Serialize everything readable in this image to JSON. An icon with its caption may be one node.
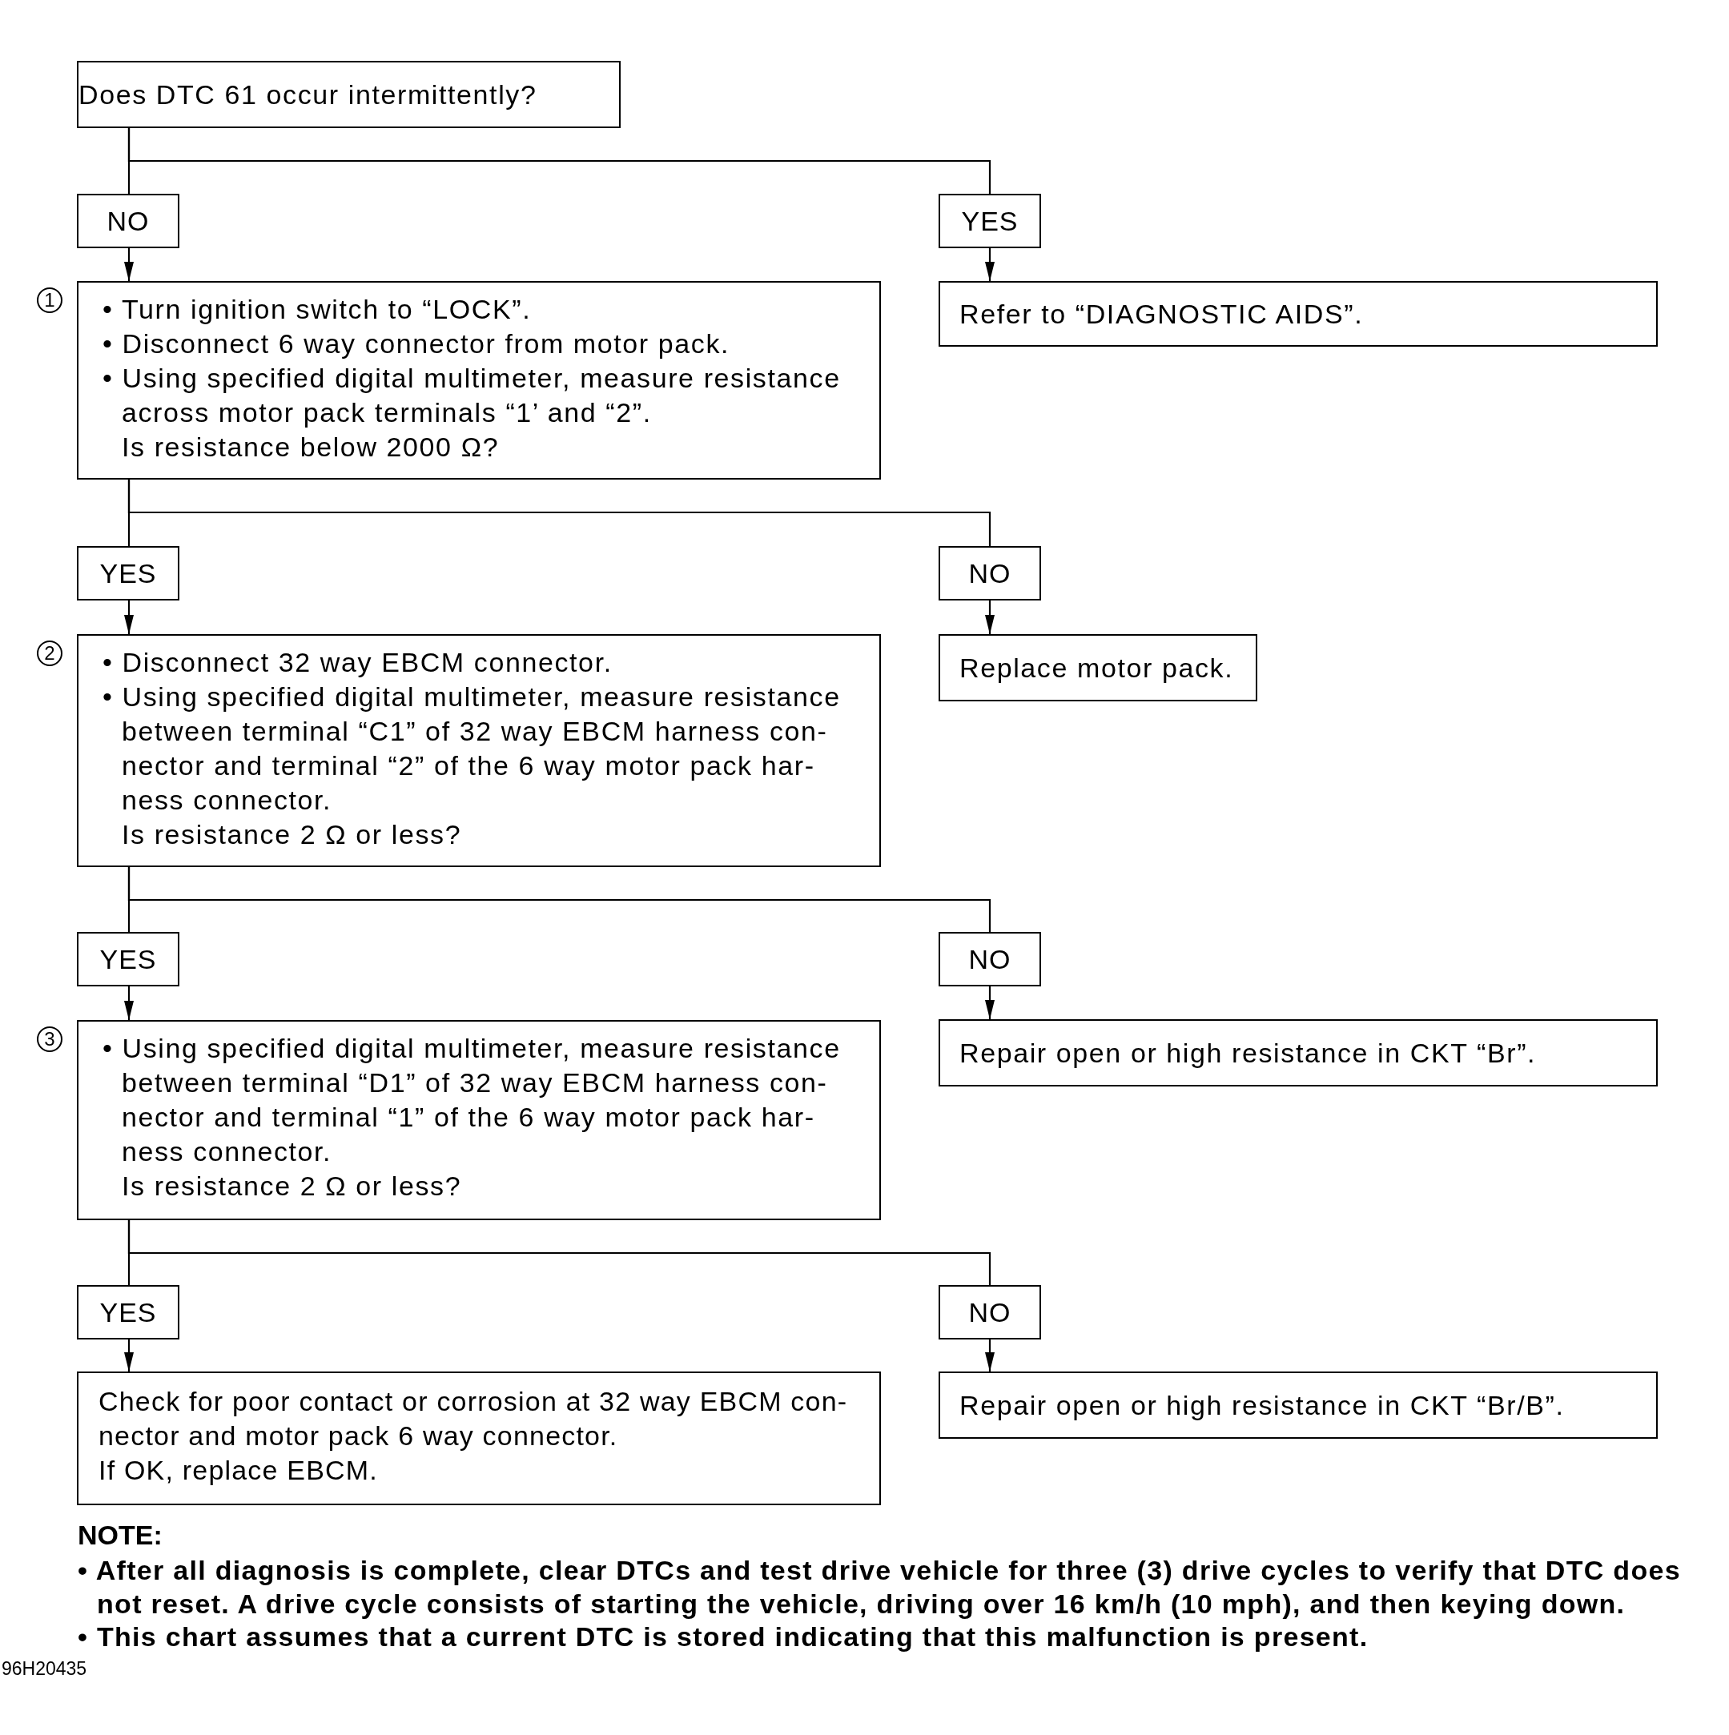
{
  "diagram": {
    "nodes": [
      {
        "text": [
          "Does DTC 61 occur intermittently?"
        ]
      },
      {
        "text": [
          "NO"
        ]
      },
      {
        "text": [
          "YES"
        ]
      },
      {
        "text": [
          "• Turn ignition switch to “LOCK”.",
          "• Disconnect 6 way connector from motor pack.",
          "• Using specified digital multimeter, measure resistance across motor pack terminals “1’ and “2”.",
          "Is resistance below 2000 Ω?"
        ],
        "beside": [
          "1"
        ]
      },
      {
        "text": [
          "Refer to “DIAGNOSTIC AIDS”."
        ]
      },
      {
        "text": [
          "YES"
        ]
      },
      {
        "text": [
          "NO"
        ]
      },
      {
        "text": [
          "• Disconnect 32 way EBCM connector.",
          "• Using specified digital multimeter, measure resistance between terminal “C1” of 32 way EBCM harness con- nector and terminal “2” of the 6 way motor pack har- ness connector.",
          "Is resistance 2 Ω or less?"
        ],
        "beside": [
          "2"
        ]
      },
      {
        "text": [
          "Replace motor pack."
        ]
      },
      {
        "text": [
          "YES"
        ]
      },
      {
        "text": [
          "NO"
        ]
      },
      {
        "text": [
          "• Using specified digital multimeter, measure resistance between terminal “D1” of 32 way EBCM harness con- nector and terminal “1” of the 6 way motor pack har- ness connector.",
          "Is resistance 2 Ω or less?"
        ],
        "beside": [
          "3"
        ]
      },
      {
        "text": [
          "Repair open or high resistance in CKT “Br”."
        ]
      },
      {
        "text": [
          "YES"
        ]
      },
      {
        "text": [
          "NO"
        ]
      },
      {
        "text": [
          "Check for poor contact or corrosion at 32 way EBCM con- nector and motor pack 6 way connector.",
          "If OK, replace EBCM."
        ]
      },
      {
        "text": [
          "Repair open or high resistance in CKT “Br/B”."
        ]
      }
    ],
    "edges": [
      {
        "from": 0,
        "to": 1,
        "arrow": "none"
      },
      {
        "from": 0,
        "to": 2,
        "arrow": "none"
      },
      {
        "from": 1,
        "to": 3,
        "arrow": "to"
      },
      {
        "from": 2,
        "to": 4,
        "arrow": "to"
      },
      {
        "from": 3,
        "to": 5,
        "arrow": "none"
      },
      {
        "from": 3,
        "to": 6,
        "arrow": "none"
      },
      {
        "from": 5,
        "to": 7,
        "arrow": "to"
      },
      {
        "from": 6,
        "to": 8,
        "arrow": "to"
      },
      {
        "from": 7,
        "to": 9,
        "arrow": "none"
      },
      {
        "from": 7,
        "to": 10,
        "arrow": "none"
      },
      {
        "from": 9,
        "to": 11,
        "arrow": "to"
      },
      {
        "from": 10,
        "to": 12,
        "arrow": "to"
      },
      {
        "from": 11,
        "to": 13,
        "arrow": "none"
      },
      {
        "from": 11,
        "to": 14,
        "arrow": "none"
      },
      {
        "from": 13,
        "to": 15,
        "arrow": "to"
      },
      {
        "from": 14,
        "to": 16,
        "arrow": "to"
      }
    ],
    "labels": [
      "NOTE:",
      "• After all diagnosis is complete, clear DTCs and test drive vehicle for three (3) drive cycles to verify that DTC does not reset. A drive cycle consists of starting the vehicle, driving over 16 km/h (10 mph), and then keying down.",
      "• This chart assumes that a current DTC is stored indicating that this malfunction is present.",
      "96H20435"
    ]
  }
}
